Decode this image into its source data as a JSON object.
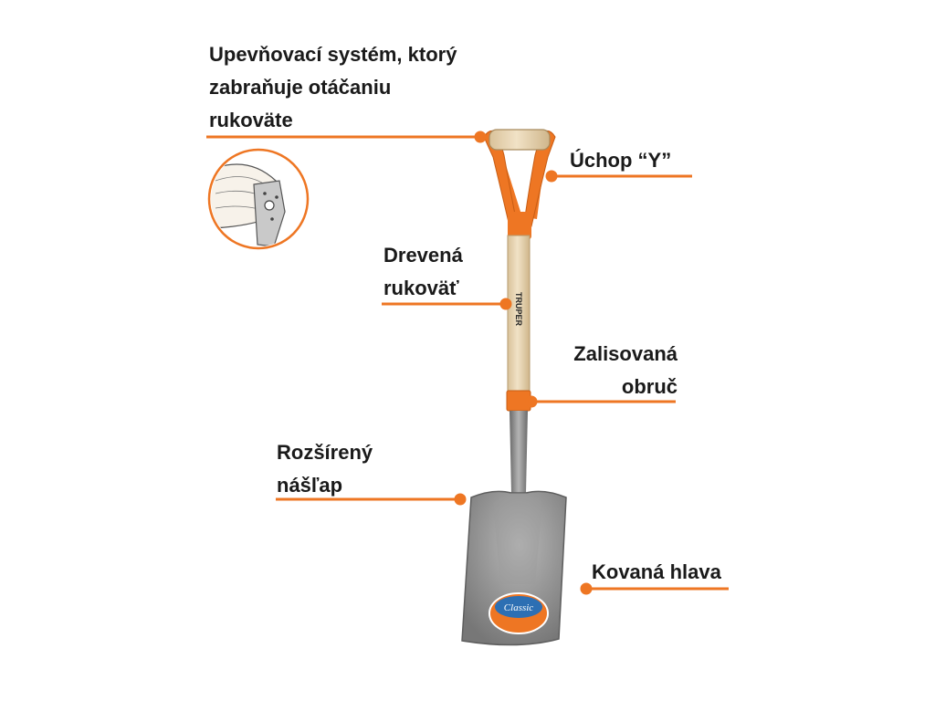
{
  "callouts": {
    "mounting_system": {
      "lines": [
        "Upevňovací systém, ktorý",
        "zabraňuje otáčaniu",
        "rukoväte"
      ]
    },
    "grip_y": {
      "text": "Úchop “Y”"
    },
    "wooden_handle": {
      "lines": [
        "Drevená",
        "rukoväť"
      ]
    },
    "crimped_ring": {
      "lines": [
        "Zalisovaná",
        "obruč"
      ]
    },
    "extended_step": {
      "lines": [
        "Rozšírený",
        "nášľap"
      ]
    },
    "forged_head": {
      "text": "Kovaná hlava"
    }
  },
  "product": {
    "handle_brand": "TRUPER",
    "blade_badge": "Classic"
  },
  "colors": {
    "accent_orange": "#ee7623",
    "wood": "#e9d7b6",
    "steel": "#8e8e8e",
    "text": "#1a1a1a"
  }
}
